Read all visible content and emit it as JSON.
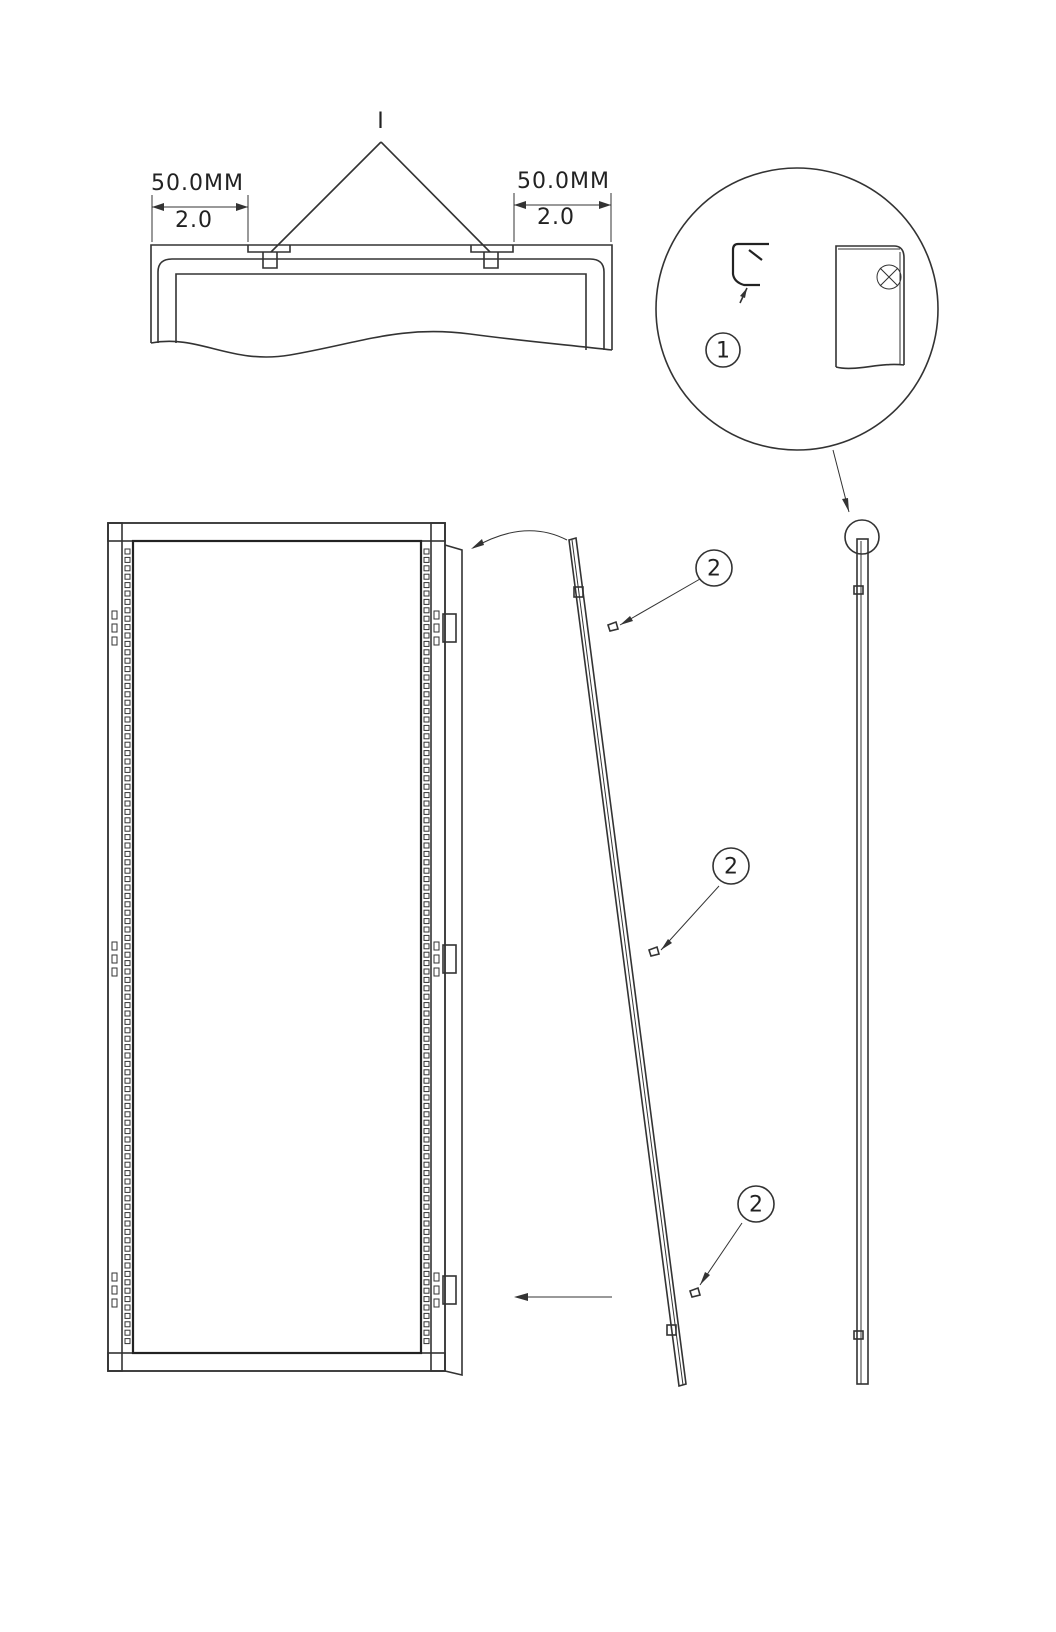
{
  "top_view": {
    "leader_label": "I",
    "left_dim_top": "50.0MM",
    "left_dim_bottom": "2.0",
    "right_dim_top": "50.0MM",
    "right_dim_bottom": "2.0"
  },
  "balloons": {
    "detail_item": "1",
    "clip_upper": "2",
    "clip_middle": "2",
    "clip_lower": "2"
  },
  "colors": {
    "line": "#333333",
    "background": "#ffffff"
  }
}
